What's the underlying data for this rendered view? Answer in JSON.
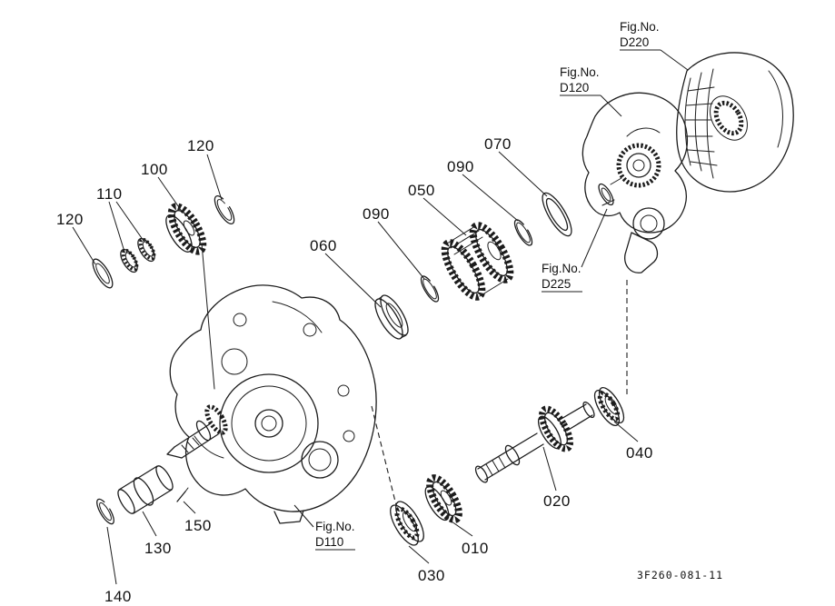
{
  "page": {
    "background": "#ffffff",
    "line_color": "#1c1c1c"
  },
  "diagram": {
    "drawing_number": "3F260-081-11",
    "fig_prefix": "Fig.No.",
    "figs": {
      "d220": "D220",
      "d120": "D120",
      "d225": "D225",
      "d110": "D110"
    },
    "callouts": {
      "c120_top": "120",
      "c100": "100",
      "c110": "110",
      "c120_left": "120",
      "c070": "070",
      "c090_upper": "090",
      "c050": "050",
      "c090_lower": "090",
      "c060": "060",
      "c040": "040",
      "c020": "020",
      "c010": "010",
      "c030": "030",
      "c130": "130",
      "c150": "150",
      "c140": "140"
    }
  }
}
